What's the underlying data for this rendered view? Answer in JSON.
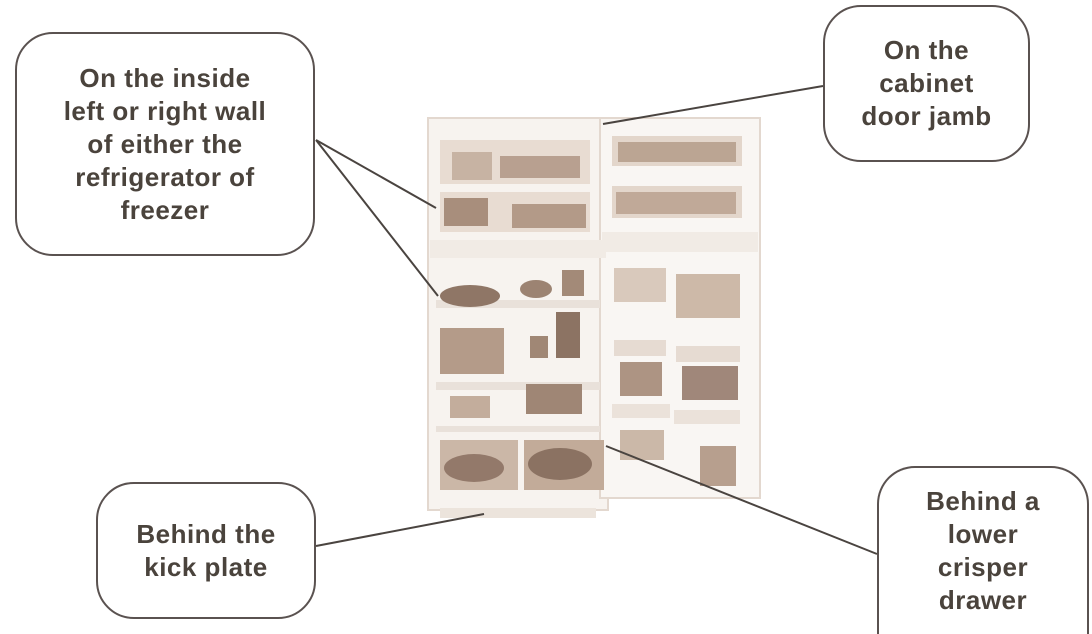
{
  "callouts": {
    "walls": "On the inside\nleft or right wall\nof either the\nrefrigerator of\nfreezer",
    "jamb": "On the\ncabinet\ndoor jamb",
    "kick_plate": "Behind the\nkick plate",
    "crisper": "Behind a\nlower\ncrisper\ndrawer"
  },
  "image": {
    "subject": "open-refrigerator-icon"
  },
  "colors": {
    "text": "#4a433c",
    "border": "#5a5250",
    "leader_line": "#4a4440",
    "photo_tint": "#b89c86"
  }
}
